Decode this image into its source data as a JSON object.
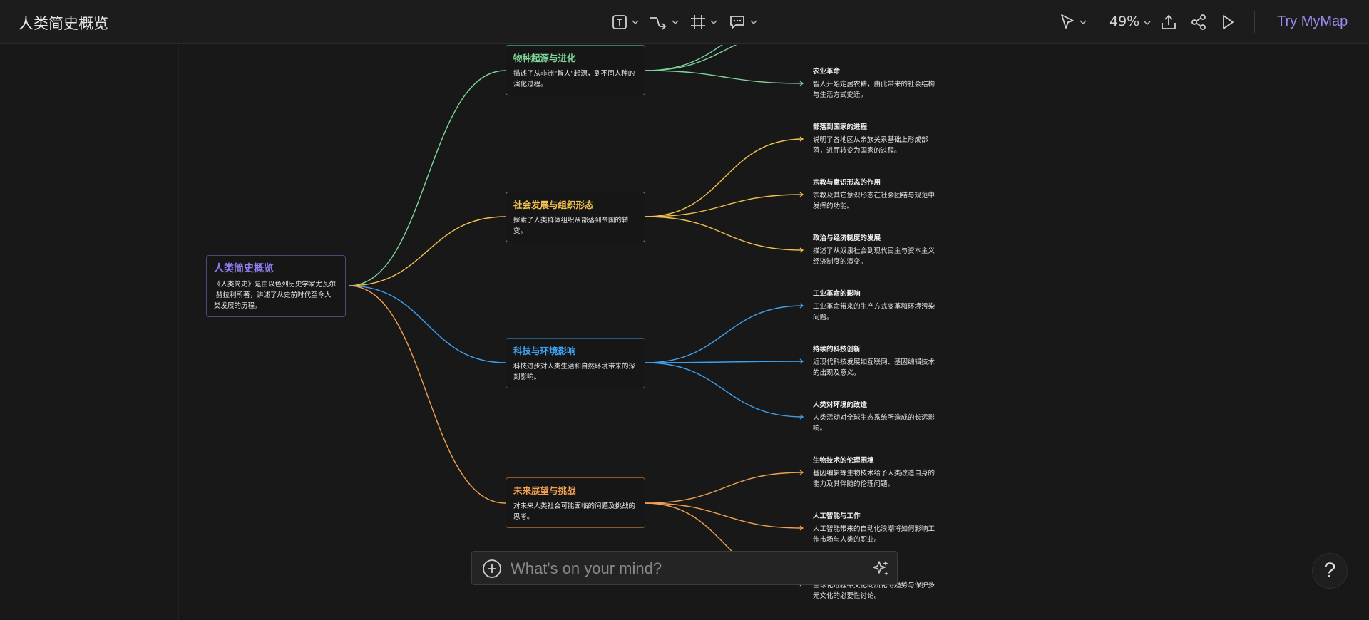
{
  "app": {
    "title": "人类简史概览",
    "zoom": "49%",
    "try_label": "Try MyMap"
  },
  "toolbar": {
    "tools": [
      "text-tool",
      "connector-tool",
      "frame-tool",
      "comment-tool"
    ],
    "right_tools": [
      "select-pointer",
      "export",
      "share",
      "present"
    ]
  },
  "chat": {
    "placeholder": "What's on your mind?"
  },
  "help": {
    "label": "?"
  },
  "colors": {
    "accent": "#9a8cf0",
    "green": "#7fd69b",
    "yellow": "#f2c14e",
    "blue": "#3ea1ef",
    "orange": "#f0a050",
    "purple": "#8e7ff0"
  },
  "mindmap": {
    "root": {
      "title": "人类简史概览",
      "desc": "《人类简史》是由以色列历史学家尤瓦尔·赫拉利所著，讲述了从史前时代至今人类发展的历程。"
    },
    "branches": [
      {
        "title": "物种起源与进化",
        "desc": "描述了从非洲\"智人\"起源，到不同人种的演化过程。",
        "leaves": [
          {
            "title": "农业革命",
            "desc": "智人开始定居农耕，由此带来的社会结构与生活方式变迁。"
          }
        ]
      },
      {
        "title": "社会发展与组织形态",
        "desc": "探索了人类群体组织从部落到帝国的转变。",
        "leaves": [
          {
            "title": "部落到国家的进程",
            "desc": "说明了各地区从亲族关系基础上形成部落，进而转变为国家的过程。"
          },
          {
            "title": "宗教与意识形态的作用",
            "desc": "宗教及其它意识形态在社会团结与规范中发挥的功能。"
          },
          {
            "title": "政治与经济制度的发展",
            "desc": "描述了从奴隶社会到现代民主与资本主义经济制度的演变。"
          }
        ]
      },
      {
        "title": "科技与环境影响",
        "desc": "科技进步对人类生活和自然环境带来的深刻影响。",
        "leaves": [
          {
            "title": "工业革命的影响",
            "desc": "工业革命带来的生产方式变革和环境污染问题。"
          },
          {
            "title": "持续的科技创新",
            "desc": "近现代科技发展如互联网、基因编辑技术的出现及意义。"
          },
          {
            "title": "人类对环境的改造",
            "desc": "人类活动对全球生态系统所造成的长远影响。"
          }
        ]
      },
      {
        "title": "未来展望与挑战",
        "desc": "对未来人类社会可能面临的问题及挑战的思考。",
        "leaves": [
          {
            "title": "生物技术的伦理困境",
            "desc": "基因编辑等生物技术给予人类改造自身的能力及其伴随的伦理问题。"
          },
          {
            "title": "人工智能与工作",
            "desc": "人工智能带来的自动化浪潮将如何影响工作市场与人类的职业。"
          },
          {
            "title": "",
            "desc": "全球化进程中文化同质化的趋势与保护多元文化的必要性讨论。"
          }
        ]
      }
    ]
  }
}
